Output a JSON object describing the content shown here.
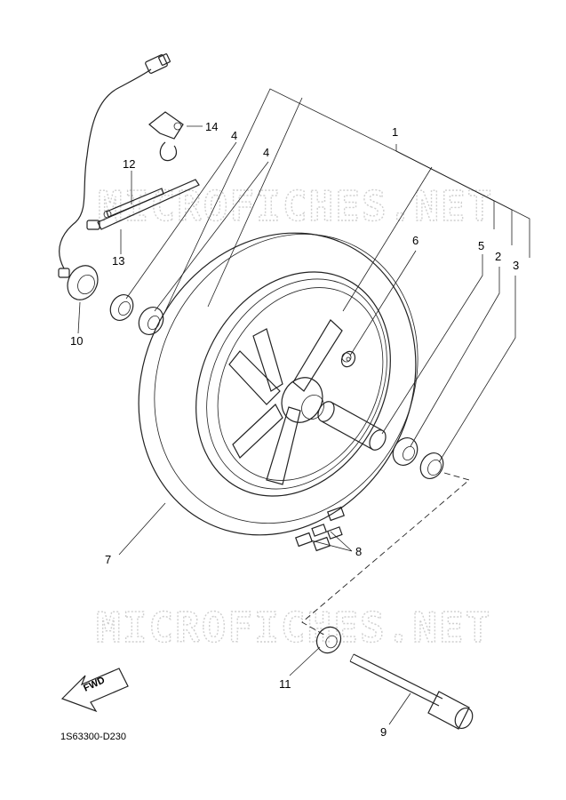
{
  "watermark": "MICROFICHES.NET",
  "diagram_code": "1S63300-D230",
  "fwd_label": "FWD",
  "callouts": {
    "c1": "1",
    "c2": "2",
    "c3": "3",
    "c4a": "4",
    "c4b": "4",
    "c5": "5",
    "c6": "6",
    "c7": "7",
    "c8": "8",
    "c9": "9",
    "c10": "10",
    "c11": "11",
    "c12": "12",
    "c13": "13",
    "c14": "14"
  }
}
